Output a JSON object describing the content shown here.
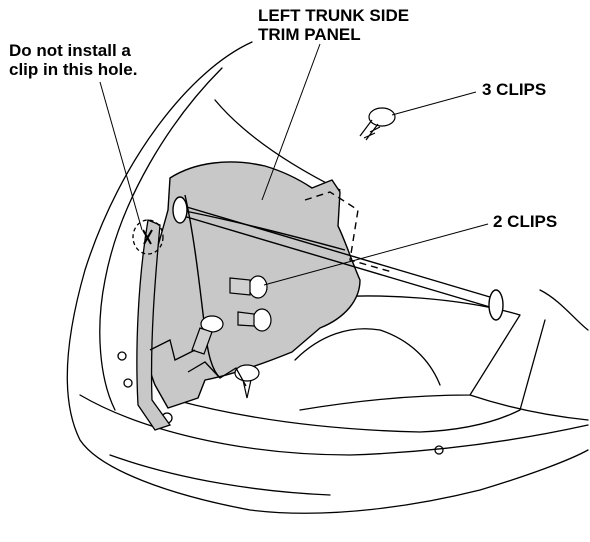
{
  "labels": {
    "trim_panel": [
      "LEFT TRUNK SIDE",
      "TRIM PANEL"
    ],
    "no_clip_hole": [
      "Do not install a",
      "clip in this hole."
    ],
    "three_clips": "3 CLIPS",
    "two_clips": "2 CLIPS"
  },
  "colors": {
    "line": "#000000",
    "panel_fill": "#c8c8c8",
    "background": "#ffffff"
  }
}
